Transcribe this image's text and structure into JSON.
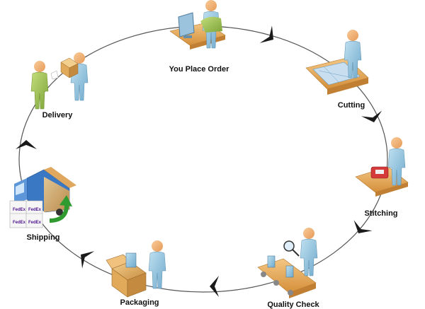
{
  "diagram": {
    "type": "cycle",
    "steps": [
      {
        "id": "order",
        "label": "You Place Order",
        "icon": "person-at-computer-icon"
      },
      {
        "id": "cutting",
        "label": "Cutting",
        "icon": "person-at-cutting-table-icon"
      },
      {
        "id": "stitching",
        "label": "Stitching",
        "icon": "person-at-sewing-machine-icon"
      },
      {
        "id": "quality",
        "label": "Quality Check",
        "icon": "inspector-with-magnifier-conveyor-icon"
      },
      {
        "id": "packaging",
        "label": "Packaging",
        "icon": "person-packing-box-icon"
      },
      {
        "id": "shipping",
        "label": "Shipping",
        "icon": "delivery-truck-with-boxes-icon",
        "box_text": "FedEx"
      },
      {
        "id": "delivery",
        "label": "Delivery",
        "icon": "two-people-handing-package-icon"
      }
    ],
    "colors": {
      "person_skin": "#f3b279",
      "person_blue": "#8ec4df",
      "person_green": "#9dc24a",
      "desk": "#e7ac5c",
      "circle_line": "#555555",
      "arrow": "#1a1a1a",
      "box": "#e8b96e",
      "truck_blue": "#3b78c4",
      "green_arrow": "#2f9a2f"
    }
  }
}
